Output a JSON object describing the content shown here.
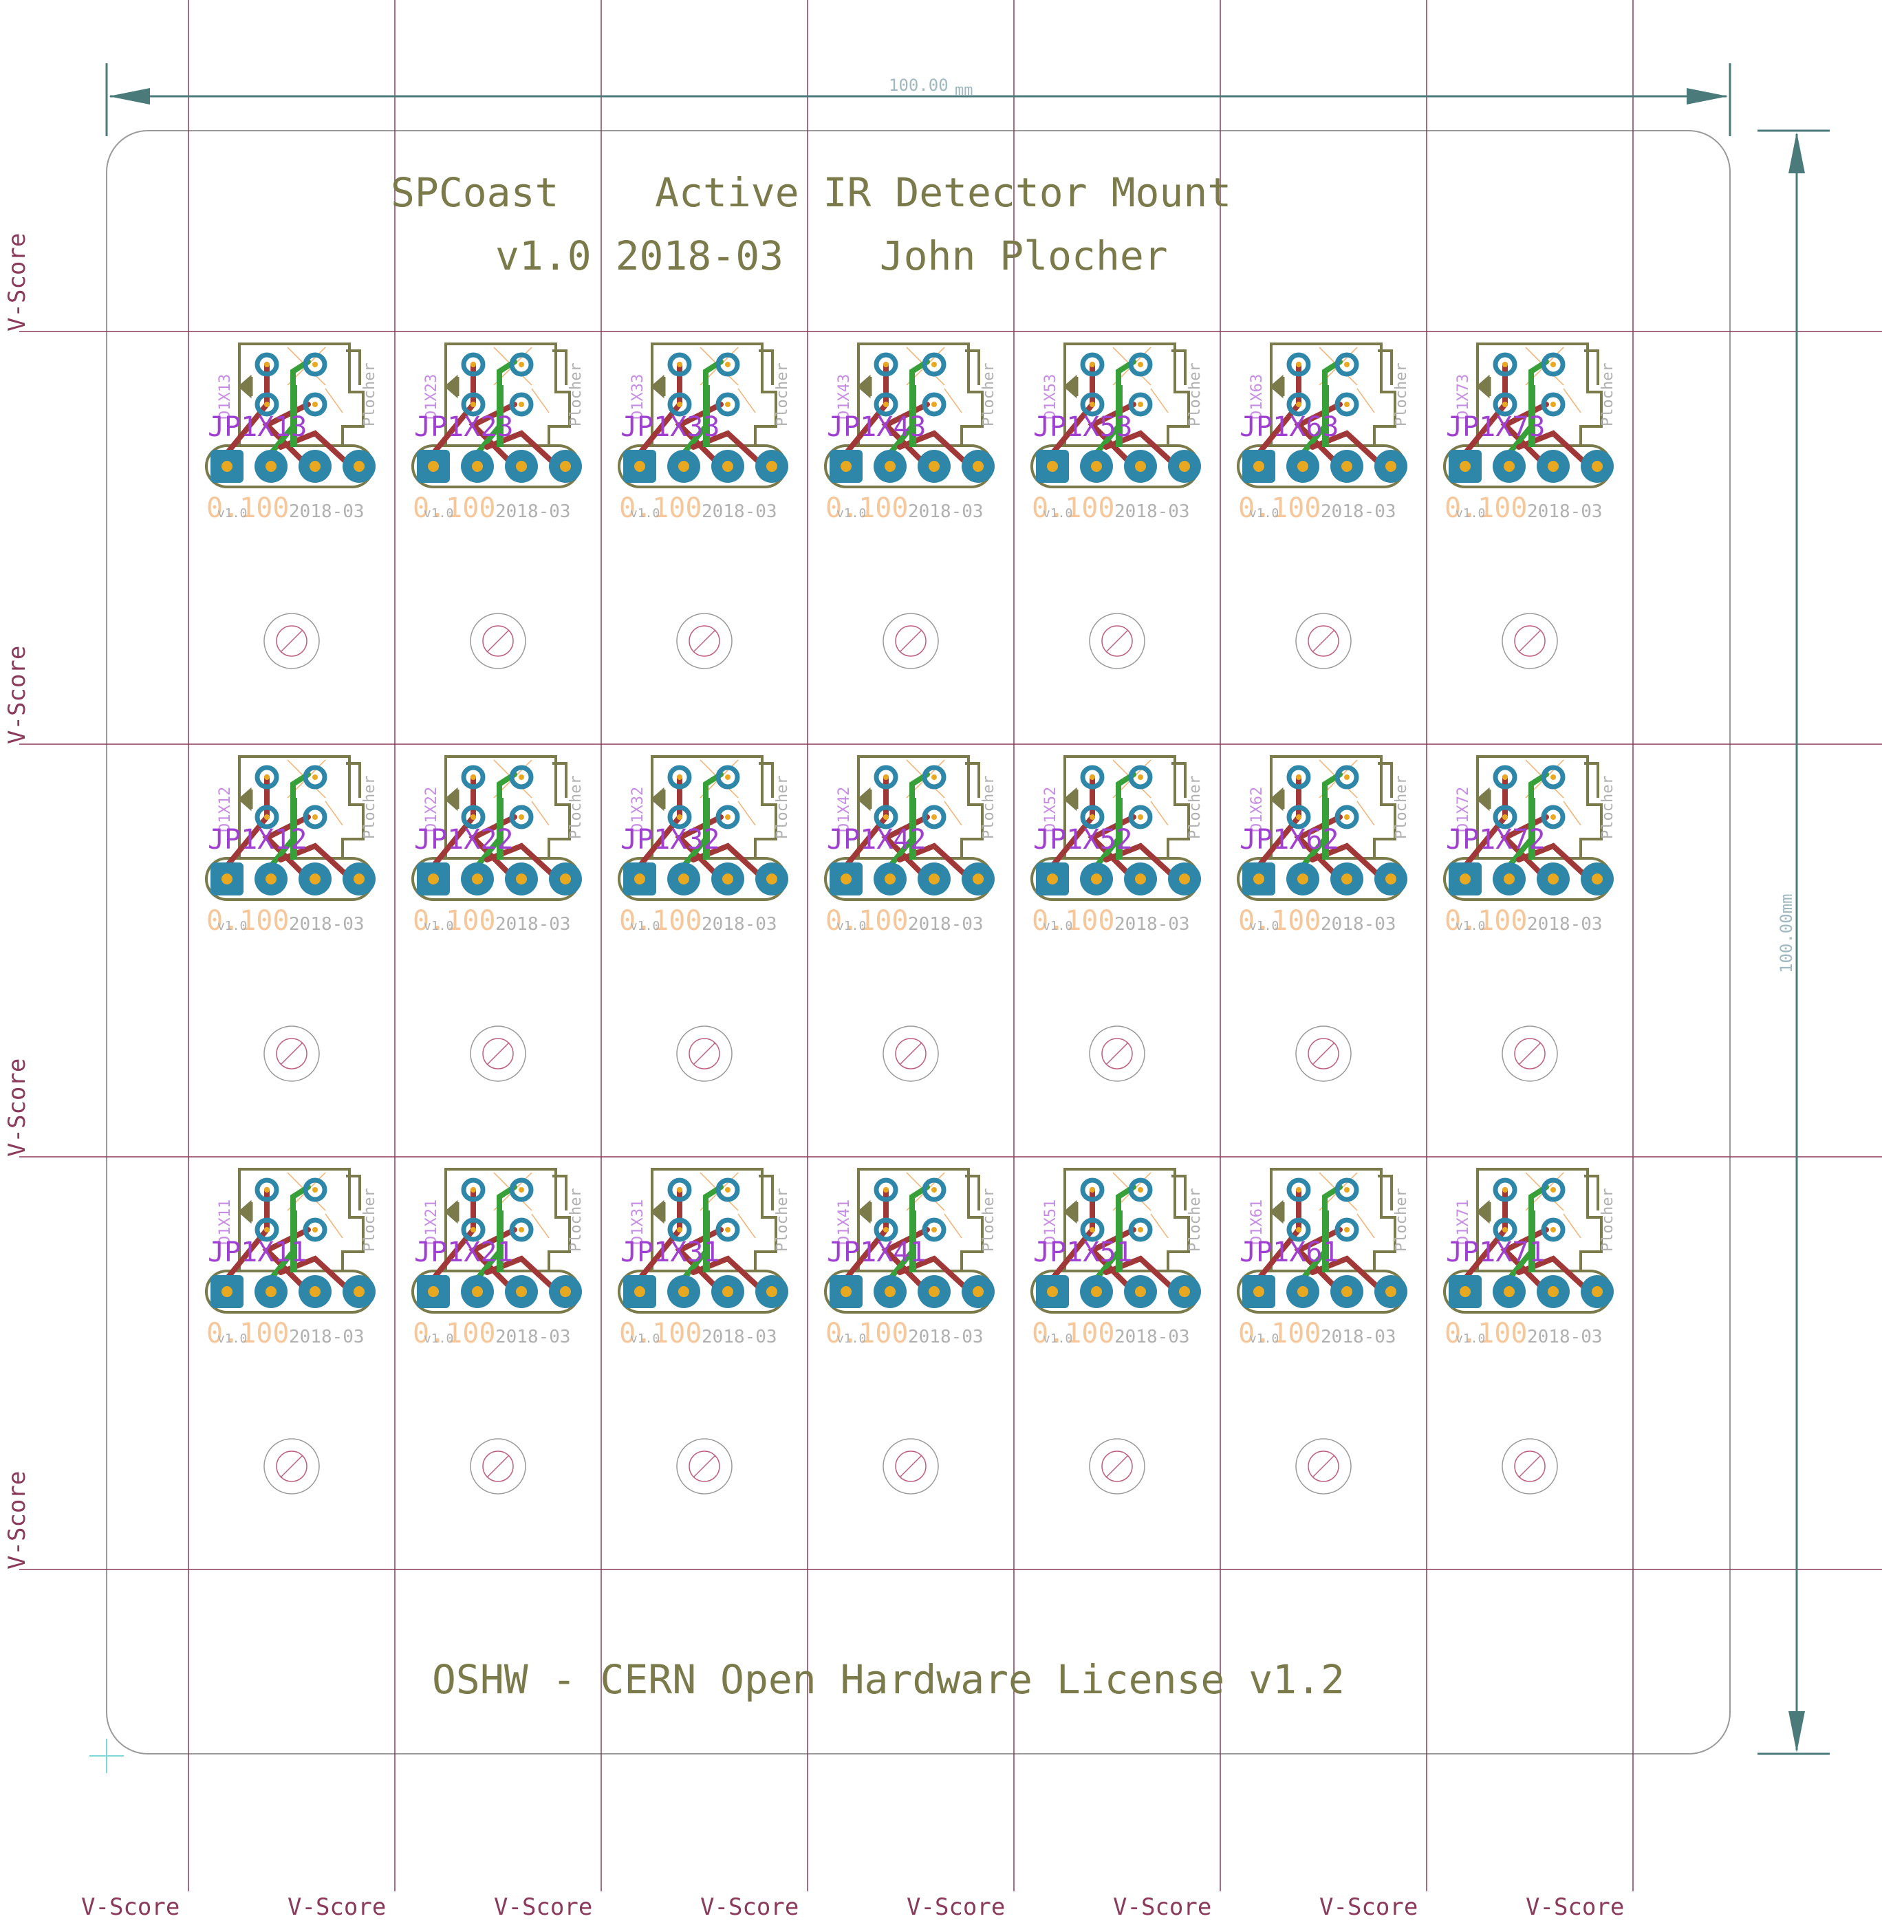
{
  "title": {
    "line1": "SPCoast    Active IR Detector Mount",
    "line2": "v1.0 2018-03    John Plocher"
  },
  "license": "OSHW - CERN Open Hardware License v1.2",
  "dimensions": {
    "width_label": "100.00",
    "width_unit": "mm",
    "height_label": "100.00mm"
  },
  "vscore_label": "V-Score",
  "module": {
    "author": "Plocher",
    "value_label": "0.100",
    "version": "v1.0",
    "date": "2018-03"
  },
  "modules": [
    {
      "jp": "JP1X13",
      "d": "D1X13"
    },
    {
      "jp": "JP1X23",
      "d": "D1X23"
    },
    {
      "jp": "JP1X33",
      "d": "D1X33"
    },
    {
      "jp": "JP1X43",
      "d": "D1X43"
    },
    {
      "jp": "JP1X53",
      "d": "D1X53"
    },
    {
      "jp": "JP1X63",
      "d": "D1X63"
    },
    {
      "jp": "JP1X73",
      "d": "D1X73"
    },
    {
      "jp": "JP1X12",
      "d": "D1X12"
    },
    {
      "jp": "JP1X22",
      "d": "D1X22"
    },
    {
      "jp": "JP1X32",
      "d": "D1X32"
    },
    {
      "jp": "JP1X42",
      "d": "D1X42"
    },
    {
      "jp": "JP1X52",
      "d": "D1X52"
    },
    {
      "jp": "JP1X62",
      "d": "D1X62"
    },
    {
      "jp": "JP1X72",
      "d": "D1X72"
    },
    {
      "jp": "JP1X11",
      "d": "D1X11"
    },
    {
      "jp": "JP1X21",
      "d": "D1X21"
    },
    {
      "jp": "JP1X31",
      "d": "D1X31"
    },
    {
      "jp": "JP1X41",
      "d": "D1X41"
    },
    {
      "jp": "JP1X51",
      "d": "D1X51"
    },
    {
      "jp": "JP1X61",
      "d": "D1X61"
    },
    {
      "jp": "JP1X71",
      "d": "D1X71"
    }
  ],
  "colors": {
    "background": "#ffffff",
    "outline": "#9a9a9a",
    "vscore": "#8a3a5a",
    "dimension": "#4a7a7a",
    "silk_text": "#7a7a4a",
    "names": "#a040d0",
    "values": "#f2b070",
    "docu": "#b0b0b0",
    "pad_copper": "#2e86a8",
    "pad_gold": "#e8a820",
    "trace_top": "#a03838",
    "trace_bottom": "#38a038",
    "hole": "#c06080"
  }
}
